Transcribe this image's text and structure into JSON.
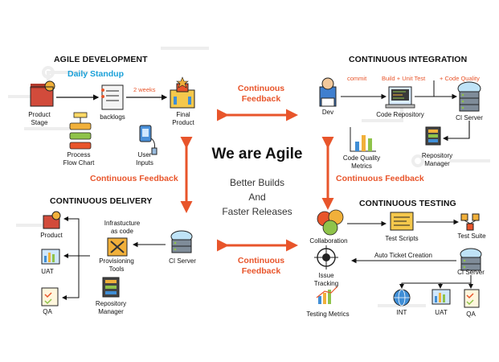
{
  "center": {
    "title": "We are Agile",
    "line1": "Better Builds",
    "line2": "And",
    "line3": "Faster Releases"
  },
  "agile": {
    "heading": "AGILE DEVELOPMENT",
    "subheading": "Daily Standup",
    "product_stage": "Product\nStage",
    "backlogs": "backlogs",
    "weeks": "2 weeks",
    "final_product": "Final\nProduct",
    "flow_chart": "Process\nFlow Chart",
    "user_inputs": "User\nInputs"
  },
  "ci": {
    "heading": "CONTINUOUS INTEGRATION",
    "commit": "commit",
    "build": "Build + Unit Test",
    "quality": "+ Code Quality",
    "dev": "Dev",
    "code_repo": "Code Repository",
    "ci_server": "CI Server",
    "metrics": "Code Quality\nMetrics",
    "repo_manager": "Repository\nManager"
  },
  "cd": {
    "heading": "CONTINUOUS DELIVERY",
    "product": "Product",
    "uat": "UAT",
    "qa": "QA",
    "infra": "Infrastucture\nas code",
    "provisioning": "Provisioning\nTools",
    "repo_manager": "Repository\nManager",
    "ci_server": "CI Server"
  },
  "ct": {
    "heading": "CONTINUOUS TESTING",
    "collaboration": "Collaboration",
    "test_scripts": "Test Scripts",
    "test_suite": "Test Suite",
    "auto_ticket": "Auto Ticket Creation",
    "issue_tracking": "Issue\nTracking",
    "ci_server": "CI Server",
    "testing_metrics": "Testing Metrics",
    "int": "INT",
    "uat": "UAT",
    "qa": "QA"
  },
  "feedback": {
    "top": "Continuous\nFeedback",
    "middle": "Continuous Feedback",
    "middle_right": "Continuous Feedback",
    "bottom": "Continuous\nFeedback"
  },
  "colors": {
    "accent": "#e8552b",
    "blue": "#1aa0d8",
    "arrow": "#e8552b"
  }
}
